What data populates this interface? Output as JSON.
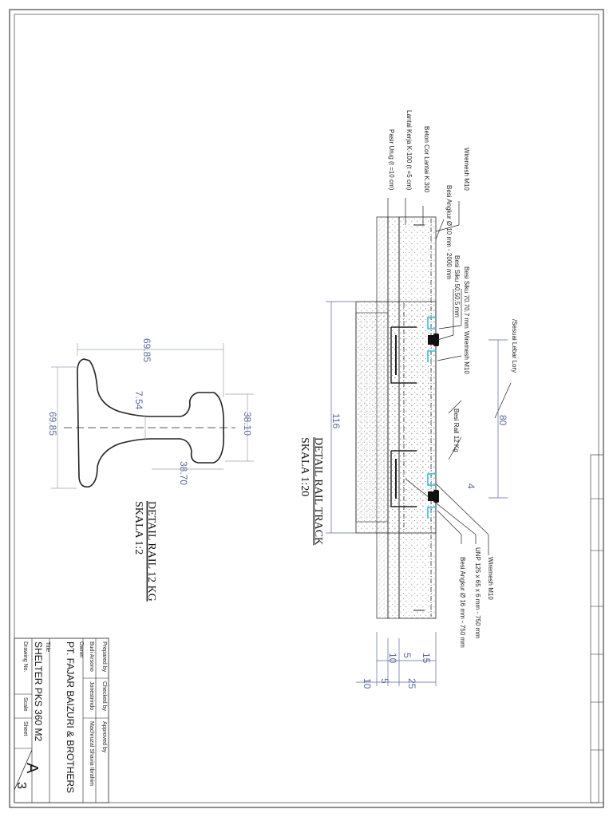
{
  "rail_track": {
    "title": "DETAIL RAIL TRACK",
    "scale": "SKALA 1:20",
    "labels": {
      "wiremesh_top": "Wiremesh M10",
      "besi_angkur_top": "Besi Angkur Ø 10 mm - 2000 mm",
      "beton": "Beton Cor Lantai K.300",
      "lantai_kerja": "Lantai Kerja K-100 (t =5 cm)",
      "pasir": "Pasir Urug (t =10 cm)",
      "besi_siku_70": "Besi Siku 70.70.7 mm",
      "besi_siku_50": "Besi Siku 50.50.5 mm",
      "wiremesh_mid": "Wiremesh M10",
      "besi_rail": "Besi Rail 12 Kg",
      "sesuai": "/Sesuai Lebar Lory",
      "wiremesh_bottom": "Wiremesh M10",
      "unp": "UNP 125 x 65 x 6 mm - 750 mm",
      "besi_angkur_bottom": "Besi Angkur Ø 16 mm - 750 mm"
    },
    "dims": {
      "d116": "116",
      "d80": "80",
      "d4": "4",
      "d15": "15",
      "d5a": "5",
      "d10a": "10",
      "d25": "25",
      "d5b": "5",
      "d10b": "10"
    }
  },
  "rail_section": {
    "title": "DETAIL RAIL 12 KG",
    "scale": "SKALA 1:2",
    "dims": {
      "height": "69.85",
      "base": "69.85",
      "web": "7.54",
      "head": "38.10",
      "head_depth": "38.70"
    }
  },
  "title_block": {
    "prepared_by_label": "Prepared by",
    "checked_by_label": "Checked by",
    "approved_by_label": "Approved by",
    "prepared_by": "Budi Arsono",
    "checked_by": "Jonestrindo",
    "approved_by": "Machruzal Shavia Ibrahim",
    "owner_label": "Owner",
    "owner": "PT. FAJAR BAIZURI & BROTHERS",
    "title_label": "Title",
    "title": "SHELTER PKS 360 M2",
    "drawing_no_label": "Drawing No.",
    "scale_label": "Scale",
    "sheet_label": "Sheet",
    "size": "A",
    "sheet_no": "3"
  },
  "colors": {
    "line": "#222222",
    "dimension": "#5a6a9a",
    "steel": "#2ec4e0",
    "hatch": "#9a9a9a"
  }
}
